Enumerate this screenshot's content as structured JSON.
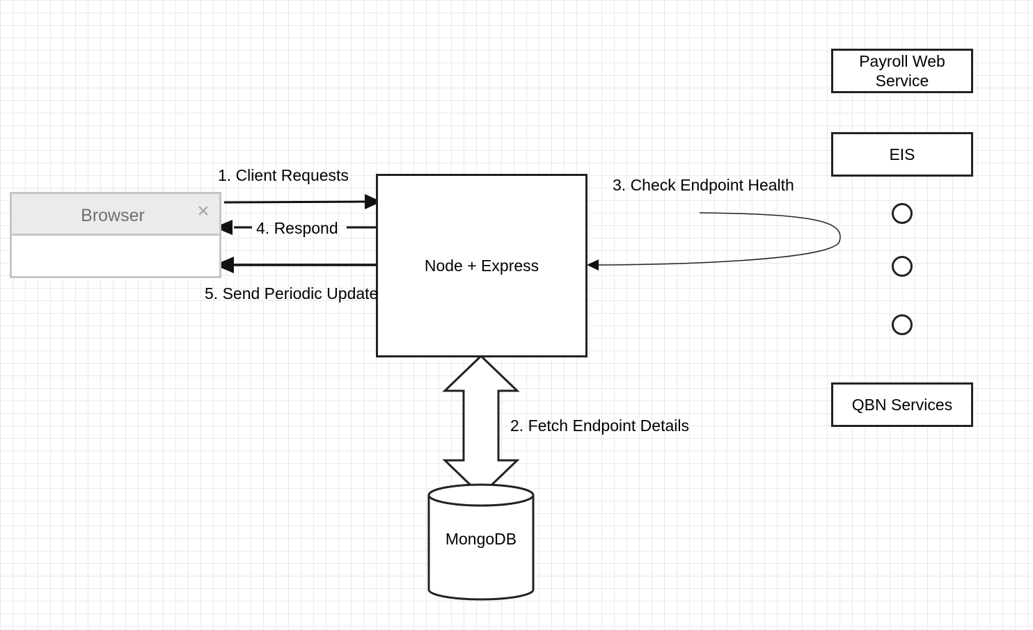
{
  "browser": {
    "title": "Browser",
    "close_icon": "close-icon"
  },
  "server": {
    "label": "Node + Express"
  },
  "database": {
    "label": "MongoDB"
  },
  "endpoints": {
    "payroll": "Payroll Web Service",
    "eis": "EIS",
    "qbn": "QBN Services",
    "more_indicator_icon": "circle-icon"
  },
  "arrows": {
    "client_requests": "1. Client Requests",
    "fetch_details": "2. Fetch Endpoint Details",
    "check_health": "3. Check Endpoint Health",
    "respond": "4. Respond",
    "periodic_update": "5. Send Periodic Update"
  },
  "colors": {
    "stroke": "#222222",
    "grid": "#e7e8f3",
    "browser_bar": "#ebebeb",
    "browser_border": "#c6c6c6"
  }
}
